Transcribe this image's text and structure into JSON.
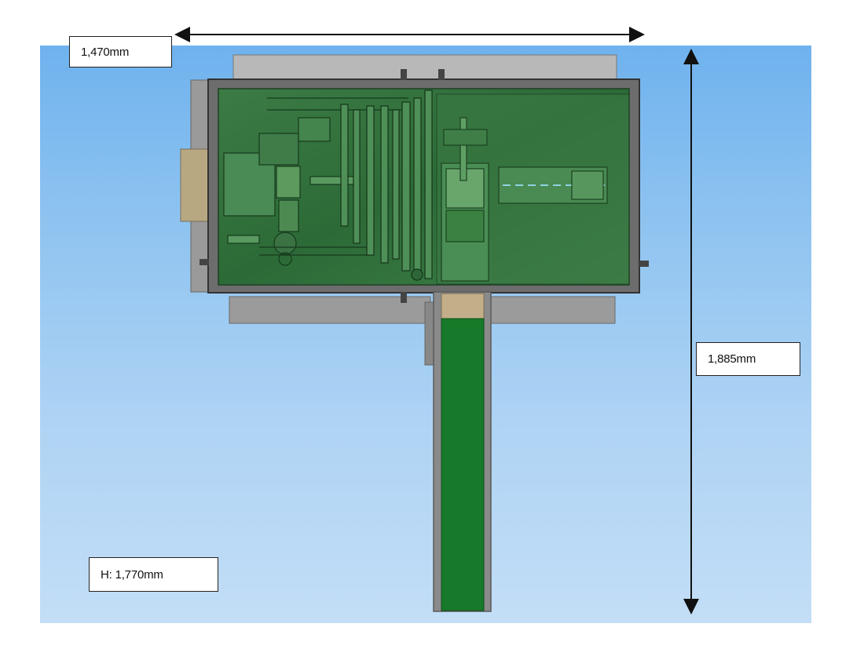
{
  "dimensions": {
    "width_label": "1,470mm",
    "depth_label": "1,885mm",
    "height_label": "H: 1,770mm"
  },
  "colors": {
    "background_top": "#6fb2ee",
    "background_bottom": "#c3def6",
    "machine_body": "#2f6d3a",
    "conveyor_belt": "#177a2a",
    "frame_gray": "#8e8e8e"
  }
}
